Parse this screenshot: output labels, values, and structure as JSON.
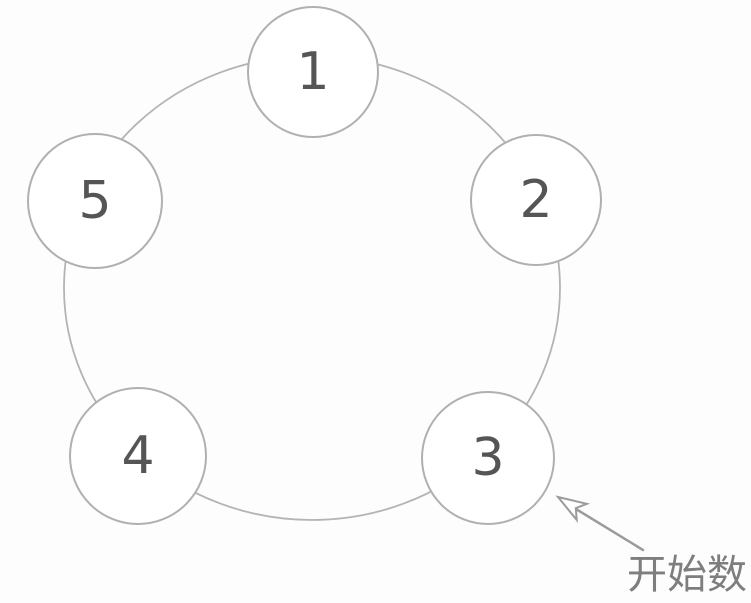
{
  "diagram": {
    "nodes": [
      {
        "id": "node-1",
        "label": "1"
      },
      {
        "id": "node-2",
        "label": "2"
      },
      {
        "id": "node-3",
        "label": "3"
      },
      {
        "id": "node-4",
        "label": "4"
      },
      {
        "id": "node-5",
        "label": "5"
      }
    ],
    "annotation": {
      "label": "开始数",
      "points_to_node": "3"
    },
    "colors": {
      "ring_stroke": "#b4b4b4",
      "node_border": "#b0b0b0",
      "node_fill": "#ffffff",
      "number_text": "#555555",
      "arrow": "#9b9b9b",
      "annotation_text": "#7e7e7e"
    }
  }
}
